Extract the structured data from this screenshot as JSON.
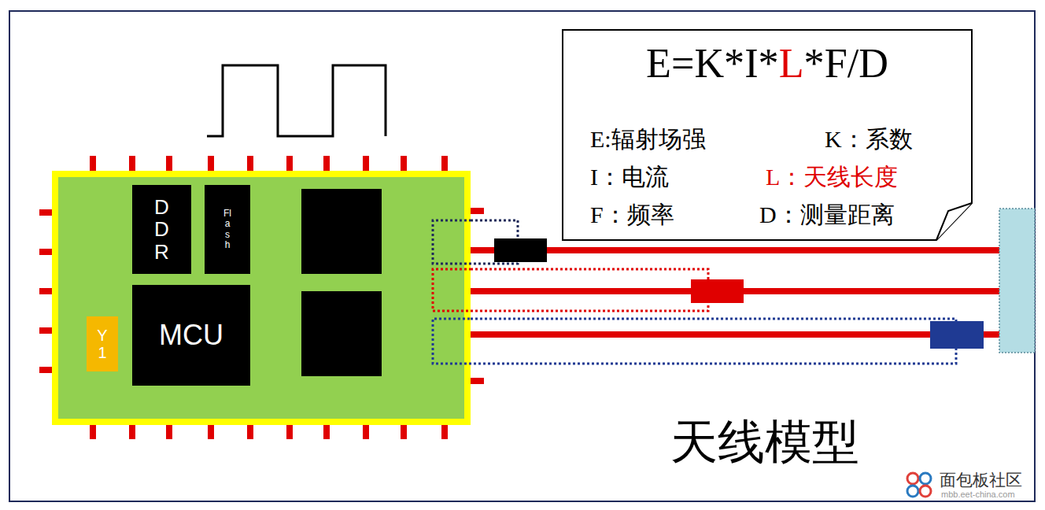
{
  "diagram": {
    "nodes": [
      {
        "text": [
          "DDR"
        ]
      },
      {
        "text": [
          "Flash"
        ]
      },
      {
        "text": [
          "MCU"
        ]
      },
      {
        "text": [
          "Y1"
        ]
      },
      {
        "text": [
          "E=K*I*L*F/D",
          "E:辐射场强",
          "K：系数",
          "I：电流",
          "L：天线长度",
          "F：频率",
          "D：测量距离"
        ]
      }
    ],
    "labels": [
      "天线模型",
      "面包板社区",
      "mbb.eet-china.com"
    ]
  }
}
